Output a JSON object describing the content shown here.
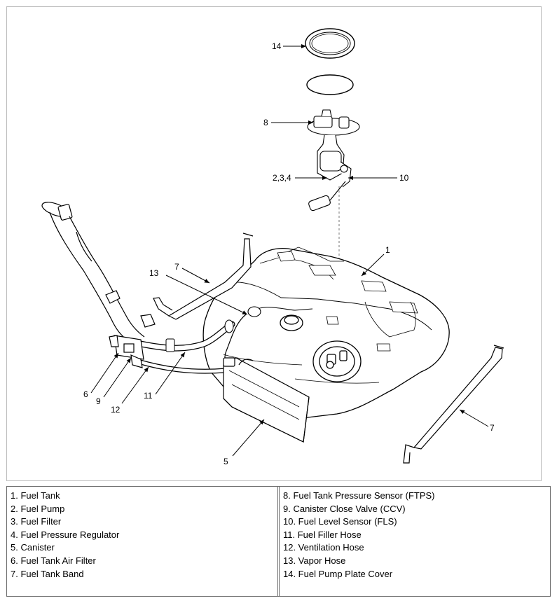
{
  "callouts": {
    "c14": "14",
    "c8": "8",
    "c234": "2,3,4",
    "c10": "10",
    "c1": "1",
    "c13": "13",
    "c7a": "7",
    "c6": "6",
    "c9": "9",
    "c12": "12",
    "c11": "11",
    "c5": "5",
    "c7b": "7"
  },
  "legend": {
    "left": [
      "1. Fuel Tank",
      "2. Fuel Pump",
      "3. Fuel Filter",
      "4. Fuel Pressure Regulator",
      "5. Canister",
      "6. Fuel Tank Air Filter",
      "7. Fuel Tank Band"
    ],
    "right": [
      "8. Fuel Tank Pressure Sensor (FTPS)",
      "9. Canister Close Valve (CCV)",
      "10. Fuel Level Sensor (FLS)",
      "11. Fuel Filler Hose",
      "12. Ventilation Hose",
      "13. Vapor Hose",
      "14. Fuel Pump Plate Cover"
    ]
  }
}
